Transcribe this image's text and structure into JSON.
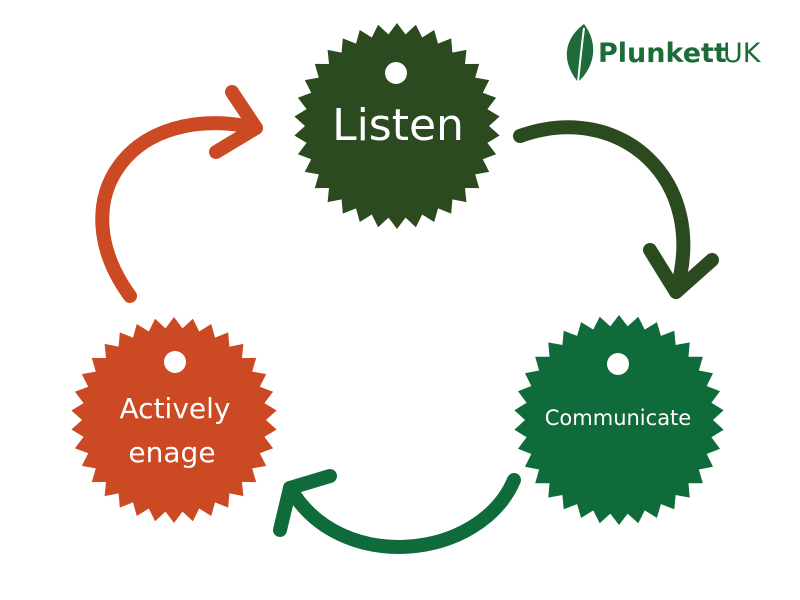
{
  "logo": {
    "brand": "Plunkett",
    "suffix": "UK",
    "color": "#1e6b3a",
    "icon": "leaf-icon"
  },
  "nodes": {
    "listen": {
      "label": "Listen",
      "color": "#2c4a20"
    },
    "communicate": {
      "label": "Communicate",
      "color": "#0f6b3a"
    },
    "engage": {
      "label_line1": "Actively",
      "label_line2": "enage",
      "color": "#cc4a23"
    }
  },
  "arrows": {
    "listen_to_communicate": {
      "color": "#2c4a20"
    },
    "communicate_to_engage": {
      "color": "#0f6b3a"
    },
    "engage_to_listen": {
      "color": "#cc4a23"
    }
  }
}
